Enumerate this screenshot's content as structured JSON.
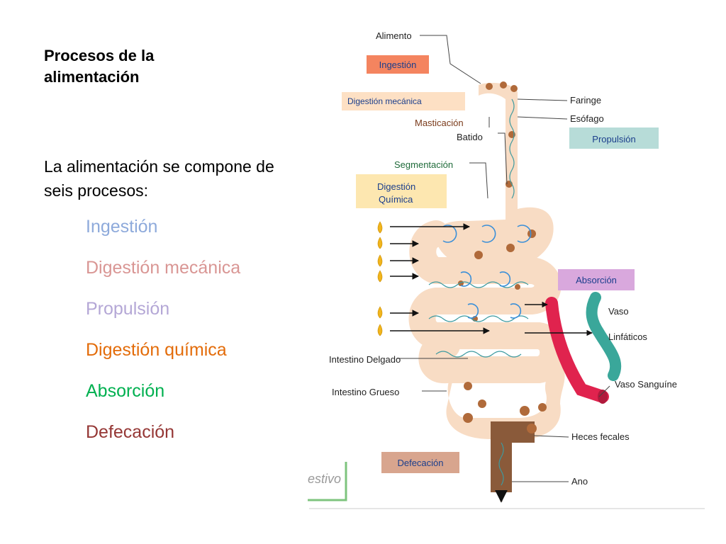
{
  "slide": {
    "title": "Procesos de la alimentación",
    "intro": "La alimentación se compone de seis procesos:",
    "processes": [
      {
        "label": "Ingestión",
        "color": "#8eaadb"
      },
      {
        "label": "Digestión mecánica",
        "color": "#d99694"
      },
      {
        "label": "Propulsión",
        "color": "#b4a7d6"
      },
      {
        "label": "Digestión química",
        "color": "#e36c0a"
      },
      {
        "label": "Absorción",
        "color": "#00b050"
      },
      {
        "label": "Defecación",
        "color": "#953735"
      }
    ]
  },
  "diagram": {
    "labels": {
      "alimento": "Alimento",
      "faringe": "Faringe",
      "esofago": "Esófago",
      "masticacion": "Masticación",
      "batido": "Batido",
      "segmentacion": "Segmentación",
      "vaso": "Vaso",
      "linfaticos": "Linfáticos",
      "intestino_delgado": "Intestino Delgado",
      "intestino_grueso": "Intestino Grueso",
      "vaso_sanguineo": "Vaso Sanguíne",
      "heces": "Heces fecales",
      "ano": "Ano",
      "watermark": "estivo"
    },
    "boxes": {
      "ingestion": "Ingestión",
      "digestion_mecanica": "Digestión mecánica",
      "propulsion": "Propulsión",
      "digestion_quimica_1": "Digestión",
      "digestion_quimica_2": "Química",
      "absorcion": "Absorción",
      "defecacion": "Defecación"
    },
    "colors": {
      "ingestion_box": "#f4845f",
      "digestion_mecanica_box": "#fde0c4",
      "propulsion_box": "#b7dcd8",
      "digestion_quimica_box": "#fde7b0",
      "absorcion_box": "#d9a8dd",
      "defecacion_box": "#d8a58e",
      "tract": "#f8dcc4",
      "blood_vessel": "#e0234e",
      "lymph_vessel": "#3aa79a"
    }
  }
}
